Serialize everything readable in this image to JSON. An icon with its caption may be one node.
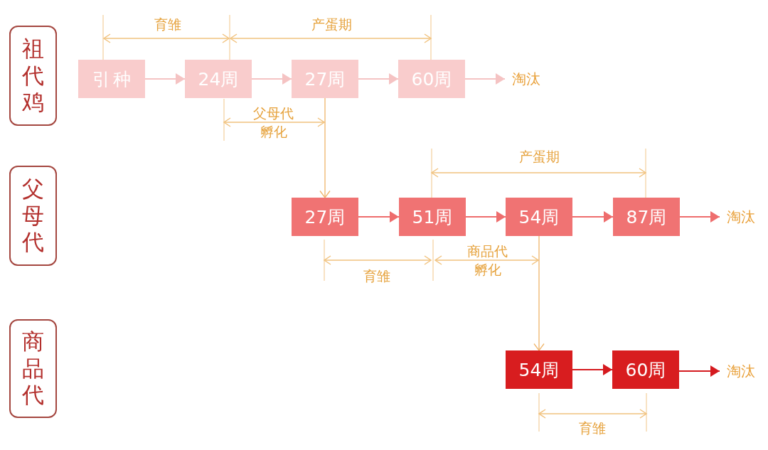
{
  "diagram": {
    "nodes": [
      {
        "text": [
          "祖代鸡"
        ]
      },
      {
        "text": [
          "引种"
        ]
      },
      {
        "text": [
          "24周"
        ]
      },
      {
        "text": [
          "27周"
        ]
      },
      {
        "text": [
          "60周"
        ]
      },
      {
        "text": [
          "淘汰"
        ]
      },
      {
        "text": [
          "父母代"
        ]
      },
      {
        "text": [
          "27周"
        ]
      },
      {
        "text": [
          "51周"
        ]
      },
      {
        "text": [
          "54周"
        ]
      },
      {
        "text": [
          "87周"
        ]
      },
      {
        "text": [
          "淘汰"
        ]
      },
      {
        "text": [
          "商品代"
        ]
      },
      {
        "text": [
          "54周"
        ]
      },
      {
        "text": [
          "60周"
        ]
      },
      {
        "text": [
          "淘汰"
        ]
      }
    ],
    "edges": [
      {
        "from": 1,
        "to": 2,
        "arrow": "to",
        "color": "#f5c3c3"
      },
      {
        "from": 2,
        "to": 3,
        "arrow": "to",
        "color": "#f5c3c3"
      },
      {
        "from": 3,
        "to": 4,
        "arrow": "to",
        "color": "#f5c3c3"
      },
      {
        "from": 4,
        "to": 5,
        "arrow": "to",
        "color": "#f5c3c3"
      },
      {
        "from": 3,
        "to": 7,
        "arrow": "to",
        "color": "#efb46a"
      },
      {
        "from": 7,
        "to": 8,
        "arrow": "to",
        "color": "#ee6d6d"
      },
      {
        "from": 8,
        "to": 9,
        "arrow": "to",
        "color": "#ee6d6d"
      },
      {
        "from": 9,
        "to": 10,
        "arrow": "to",
        "color": "#ee6d6d"
      },
      {
        "from": 10,
        "to": 11,
        "arrow": "to",
        "color": "#ee6d6d"
      },
      {
        "from": 9,
        "to": 13,
        "arrow": "to",
        "color": "#efb46a"
      },
      {
        "from": 13,
        "to": 14,
        "arrow": "to",
        "color": "#d51a1f"
      },
      {
        "from": 14,
        "to": 15,
        "arrow": "to",
        "color": "#d51a1f"
      }
    ],
    "labels": [
      "育雏",
      "产蛋期",
      "父母代孵化",
      "产蛋期",
      "育雏",
      "商品代孵化",
      "育雏"
    ]
  }
}
